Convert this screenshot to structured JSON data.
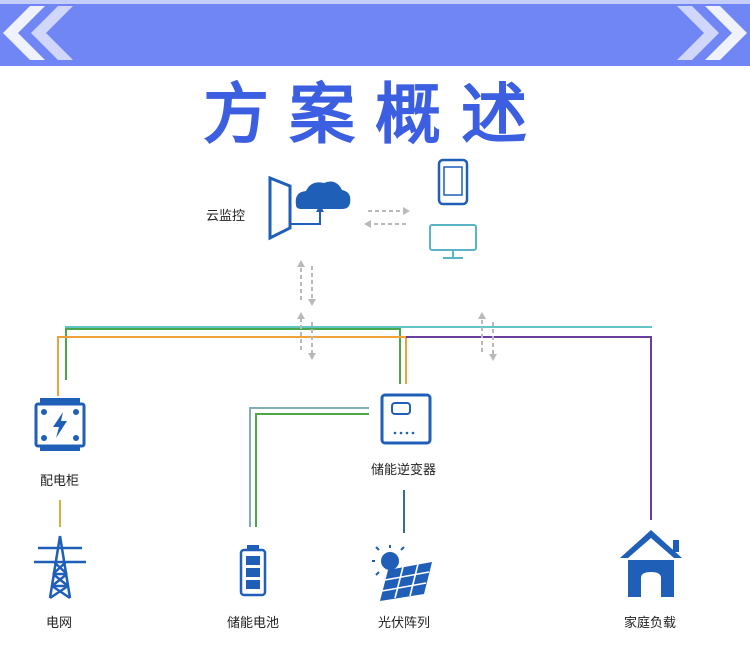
{
  "title": "方案概述",
  "nodes": {
    "cloud": "云监控",
    "cabinet": "配电柜",
    "inverter": "储能逆变器",
    "grid": "电网",
    "battery": "储能电池",
    "pv": "光伏阵列",
    "load": "家庭负载"
  },
  "colors": {
    "banner": "#6f86f4",
    "title": "#3b5fe0",
    "icon": "#1f5fb8",
    "bus_teal": "#62c5c4",
    "bus_green": "#4aa84a",
    "bus_orange": "#f0a23a",
    "bus_purple": "#6a3fa0",
    "battery_line": "#7fb0b5",
    "arrow": "#b9b9b9"
  }
}
